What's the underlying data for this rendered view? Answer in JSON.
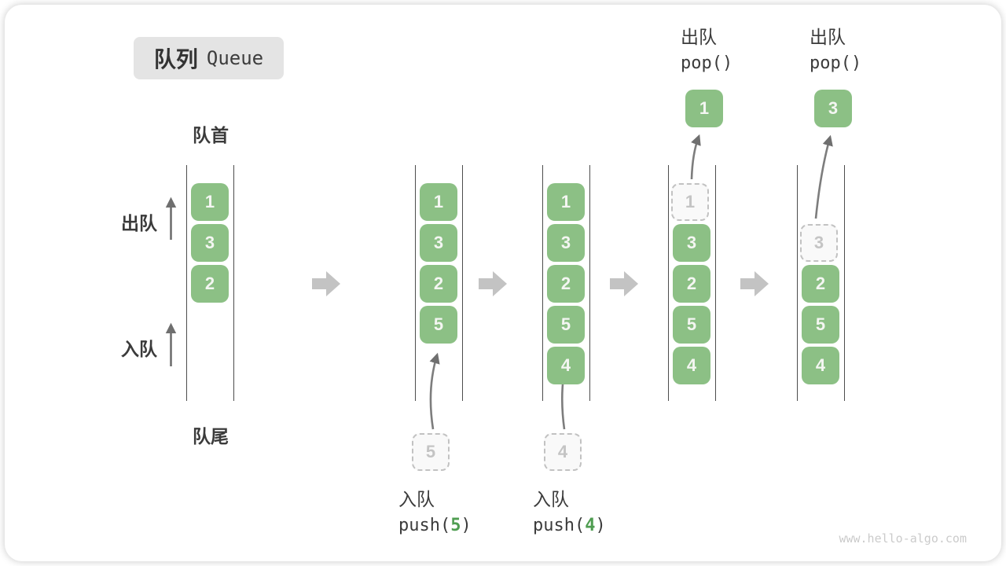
{
  "title": {
    "zh": "队列",
    "en": "Queue"
  },
  "labels": {
    "front": "队首",
    "rear": "队尾",
    "dequeue_side": "出队",
    "enqueue_side": "入队"
  },
  "colors": {
    "box_green": "#8cc085",
    "accent_green": "#4f9d51",
    "block_arrow_gray": "#c3c3c3",
    "line_gray": "#4d4d4d",
    "dashed_gray": "#c2c2c2",
    "title_bg": "#e4e4e4"
  },
  "queues": [
    {
      "boxes": [
        "1",
        "3",
        "2"
      ]
    },
    {
      "boxes": [
        "1",
        "3",
        "2",
        "5"
      ],
      "staging": "5",
      "op": {
        "label": "入队",
        "fn_open": "push(",
        "arg": "5",
        "fn_close": ")"
      }
    },
    {
      "boxes": [
        "1",
        "3",
        "2",
        "5",
        "4"
      ],
      "staging": "4",
      "op": {
        "label": "入队",
        "fn_open": "push(",
        "arg": "4",
        "fn_close": ")"
      }
    },
    {
      "ghost": "1",
      "boxes": [
        "3",
        "2",
        "5",
        "4"
      ],
      "popped": "1",
      "op": {
        "label": "出队",
        "code": "pop()"
      }
    },
    {
      "ghost": "3",
      "boxes": [
        "2",
        "5",
        "4"
      ],
      "popped": "3",
      "op": {
        "label": "出队",
        "code": "pop()"
      }
    }
  ],
  "watermark": "www.hello-algo.com"
}
